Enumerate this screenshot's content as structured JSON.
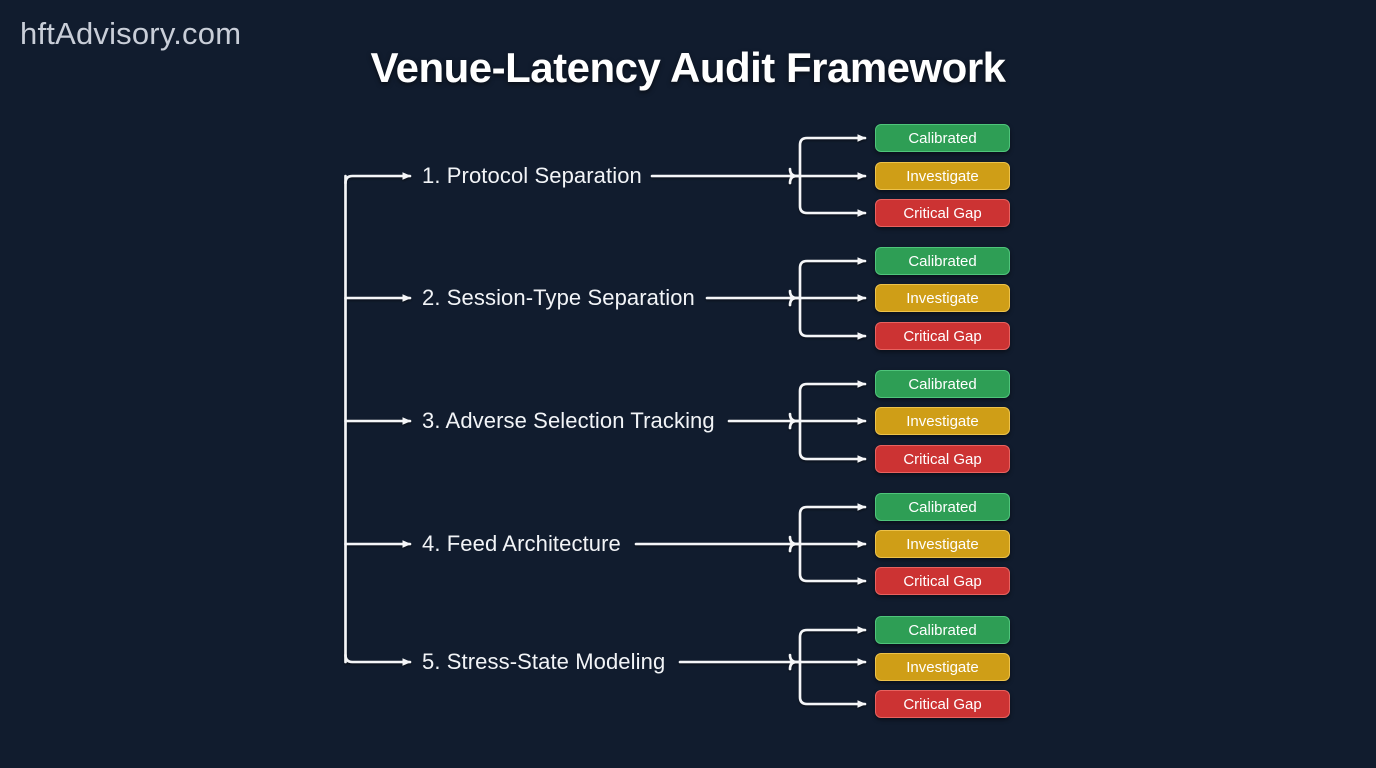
{
  "brand": "hftAdvisory.com",
  "title": "Venue-Latency Audit Framework",
  "colors": {
    "background": "#111c2e",
    "connector": "#f5f6f8",
    "title_text": "#ffffff",
    "brand_text": "#c9ced8",
    "calibrated_fill": "#2e9e55",
    "calibrated_border": "#4fc57b",
    "investigate_fill": "#cf9e17",
    "investigate_border": "#edc24a",
    "critical_fill": "#cc3333",
    "critical_border": "#e8625f"
  },
  "outcome_labels": {
    "calibrated": "Calibrated",
    "investigate": "Investigate",
    "critical": "Critical Gap"
  },
  "branches": [
    {
      "label": "1. Protocol Separation",
      "outcomes": [
        "Calibrated",
        "Investigate",
        "Critical Gap"
      ]
    },
    {
      "label": "2. Session-Type Separation",
      "outcomes": [
        "Calibrated",
        "Investigate",
        "Critical Gap"
      ]
    },
    {
      "label": "3. Adverse Selection Tracking",
      "outcomes": [
        "Calibrated",
        "Investigate",
        "Critical Gap"
      ]
    },
    {
      "label": "4. Feed Architecture",
      "outcomes": [
        "Calibrated",
        "Investigate",
        "Critical Gap"
      ]
    },
    {
      "label": "5. Stress-State Modeling",
      "outcomes": [
        "Calibrated",
        "Investigate",
        "Critical Gap"
      ]
    }
  ]
}
